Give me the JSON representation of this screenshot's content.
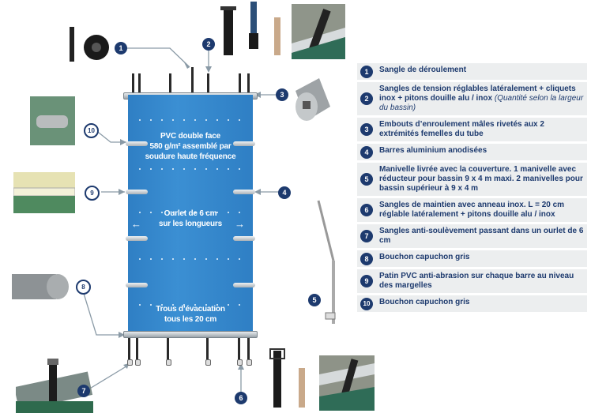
{
  "legend": [
    {
      "num": "1",
      "text": "Sangle de déroulement"
    },
    {
      "num": "2",
      "text": "Sangles de tension réglables latéralement + cliquets inox + pitons douille alu / inox",
      "note": "(Quantité selon la largeur du bassin)"
    },
    {
      "num": "3",
      "text": "Embouts d’enroulement mâles rivetés aux 2 extrémités femelles du tube"
    },
    {
      "num": "4",
      "text": "Barres aluminium anodisées"
    },
    {
      "num": "5",
      "text": "Manivelle livrée avec la couverture. 1 manivelle avec réducteur pour bassin 9 x 4 m maxi. 2 manivelles pour bassin supérieur à 9 x 4 m"
    },
    {
      "num": "6",
      "text": "Sangles de maintien avec anneau inox. L = 20 cm réglable latéralement + pitons douille alu / inox"
    },
    {
      "num": "7",
      "text": "Sangles anti-soulèvement passant dans un ourlet de 6 cm"
    },
    {
      "num": "8",
      "text": "Bouchon capuchon gris"
    },
    {
      "num": "9",
      "text": "Patin PVC anti-abrasion sur chaque barre au niveau des margelles"
    },
    {
      "num": "10",
      "text": "Bouchon capuchon gris"
    }
  ],
  "cover": {
    "pvc_line1": "PVC double face",
    "pvc_line2": "580 g/m² assemblé par",
    "pvc_line3": "soudure haute fréquence",
    "ourlet_line1": "Ourlet de 6 cm",
    "ourlet_line2": "sur les longueurs",
    "trous_line1": "Trous d’évacuation",
    "trous_line2": "tous les 20 cm"
  },
  "callouts": [
    "1",
    "2",
    "3",
    "4",
    "5",
    "6",
    "7",
    "8",
    "9",
    "10"
  ],
  "colors": {
    "cover_blue": "#3b8fd3",
    "marker_navy": "#1d3a6e",
    "legend_bg": "#eceeef"
  }
}
